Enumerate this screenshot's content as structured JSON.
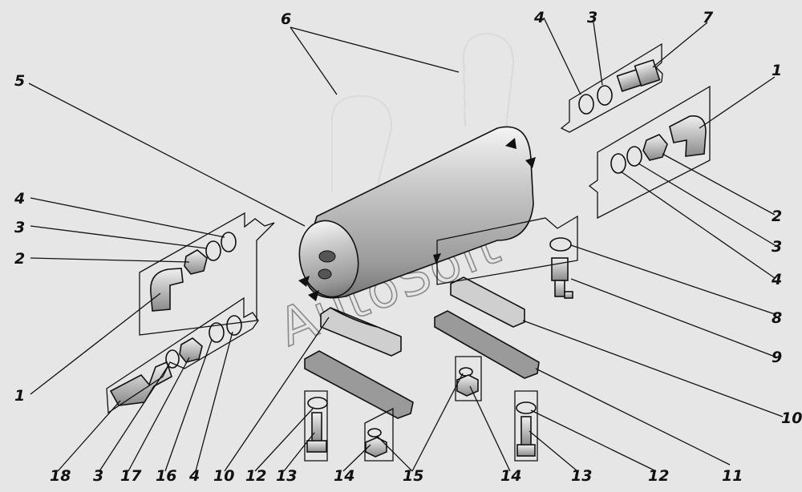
{
  "watermark": "AutoSoft",
  "callouts": {
    "c1_right": "1",
    "c2_right": "2",
    "c3_right": "3",
    "c4_right": "4",
    "c8": "8",
    "c9": "9",
    "c10_right": "10",
    "c11": "11",
    "c5": "5",
    "c6": "6",
    "c4_top": "4",
    "c3_top": "3",
    "c7": "7",
    "c4_left": "4",
    "c3_left": "3",
    "c2_left": "2",
    "c1_left": "1",
    "b18": "18",
    "b3": "3",
    "b17": "17",
    "b16": "16",
    "b4": "4",
    "b10": "10",
    "b12": "12",
    "b13": "13",
    "b14": "14",
    "b15": "15",
    "b14b": "14",
    "b13b": "13",
    "b12b": "12"
  }
}
